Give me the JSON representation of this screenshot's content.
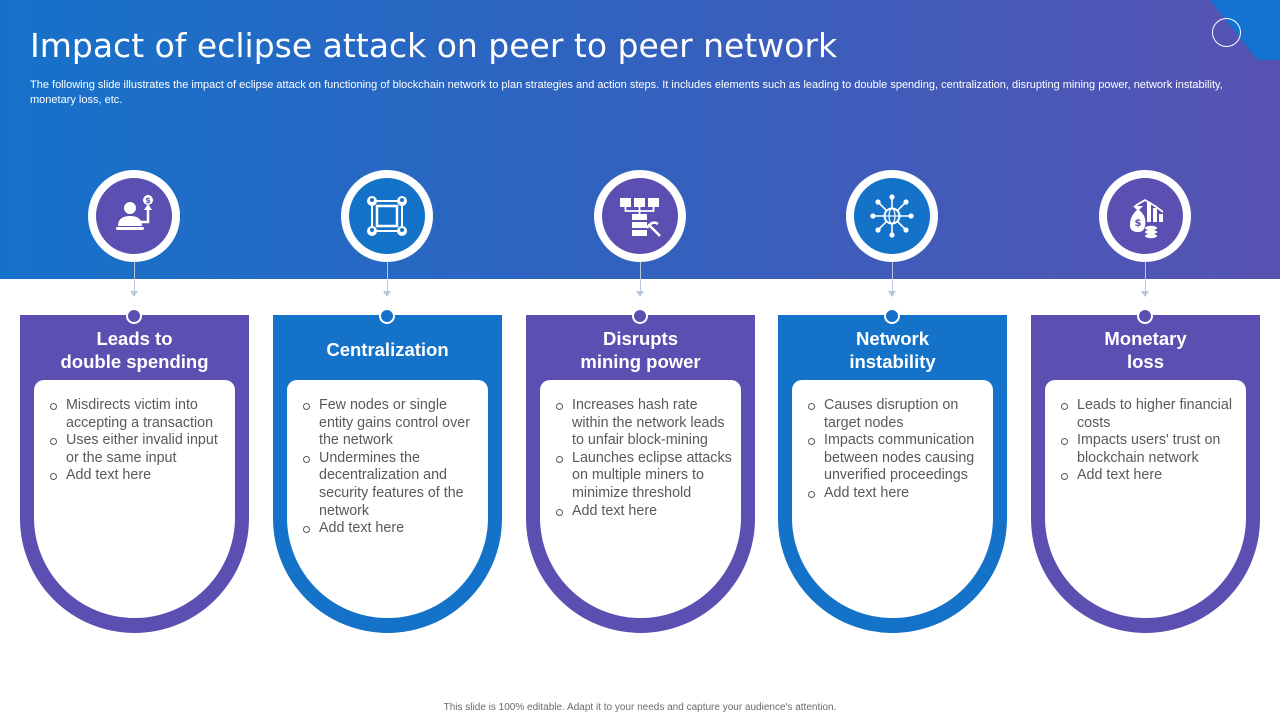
{
  "header": {
    "title": "Impact of eclipse attack on peer to peer network",
    "subtitle": "The following slide illustrates the impact of eclipse attack on functioning of blockchain network to plan strategies and action steps. It includes elements such as leading to double spending, centralization, disrupting mining power, network instability, monetary loss, etc."
  },
  "colors": {
    "purple": "#5b4fb1",
    "blue": "#1473c9",
    "hero_gradient": [
      "#1672c9",
      "#5752b2"
    ]
  },
  "cards": [
    {
      "title_lines": [
        "Leads to",
        "double spending"
      ],
      "icon": "person-money-growth-icon",
      "bullets": [
        "Misdirects victim into accepting a transaction",
        "Uses either invalid input or the same input",
        "Add text here"
      ]
    },
    {
      "title_lines": [
        "Centralization"
      ],
      "icon": "network-nodes-icon",
      "bullets": [
        "Few nodes or single entity gains control over the network",
        "Undermines the decentralization and security features of the network",
        "Add text here"
      ]
    },
    {
      "title_lines": [
        "Disrupts",
        "mining power"
      ],
      "icon": "server-mining-icon",
      "bullets": [
        "Increases hash rate within the network leads to unfair block-mining",
        "Launches eclipse attacks on multiple miners to minimize threshold",
        "Add text here"
      ]
    },
    {
      "title_lines": [
        "Network",
        "instability"
      ],
      "icon": "global-network-icon",
      "bullets": [
        "Causes disruption on target nodes",
        "Impacts communication between nodes causing unverified proceedings",
        "Add text here"
      ]
    },
    {
      "title_lines": [
        "Monetary",
        "loss"
      ],
      "icon": "money-bag-chart-icon",
      "bullets": [
        "Leads to higher financial costs",
        "Impacts users' trust on blockchain network",
        "Add text here"
      ]
    }
  ],
  "footer": {
    "text": "This slide is 100% editable. Adapt it to your needs and capture your audience's attention."
  }
}
